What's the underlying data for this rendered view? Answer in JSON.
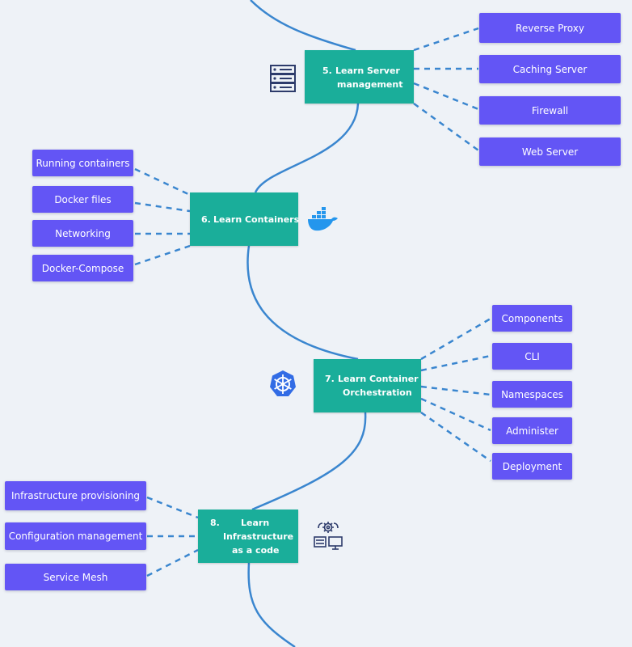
{
  "stages": [
    {
      "id": "server",
      "number": "5.",
      "title_line1": "Learn Server",
      "title_line2": "management",
      "topics": [
        "Reverse Proxy",
        "Caching Server",
        "Firewall",
        "Web Server"
      ],
      "icon": "server-rack-icon"
    },
    {
      "id": "containers",
      "number": "6.",
      "title_line1": "Learn Containers",
      "title_line2": "",
      "topics": [
        "Running containers",
        "Docker files",
        "Networking",
        "Docker-Compose"
      ],
      "icon": "docker-whale-icon"
    },
    {
      "id": "orchestration",
      "number": "7.",
      "title_line1": "Learn Container",
      "title_line2": "Orchestration",
      "topics": [
        "Components",
        "CLI",
        "Namespaces",
        "Administer",
        "Deployment"
      ],
      "icon": "kubernetes-wheel-icon"
    },
    {
      "id": "iac",
      "number": "8.",
      "title_line1": "Learn",
      "title_line2": "Infrastructure",
      "title_line3": "as a code",
      "topics": [
        "Infrastructure provisioning",
        "Configuration management",
        "Service Mesh"
      ],
      "icon": "gear-computer-icon"
    }
  ],
  "colors": {
    "background": "#eef2f7",
    "stage_box": "#1aae9a",
    "topic_box": "#6355f5",
    "path_line": "#3a86cf",
    "icon_navy": "#2d3b6b",
    "docker_blue": "#2496ed",
    "k8s_blue": "#326ce5"
  }
}
